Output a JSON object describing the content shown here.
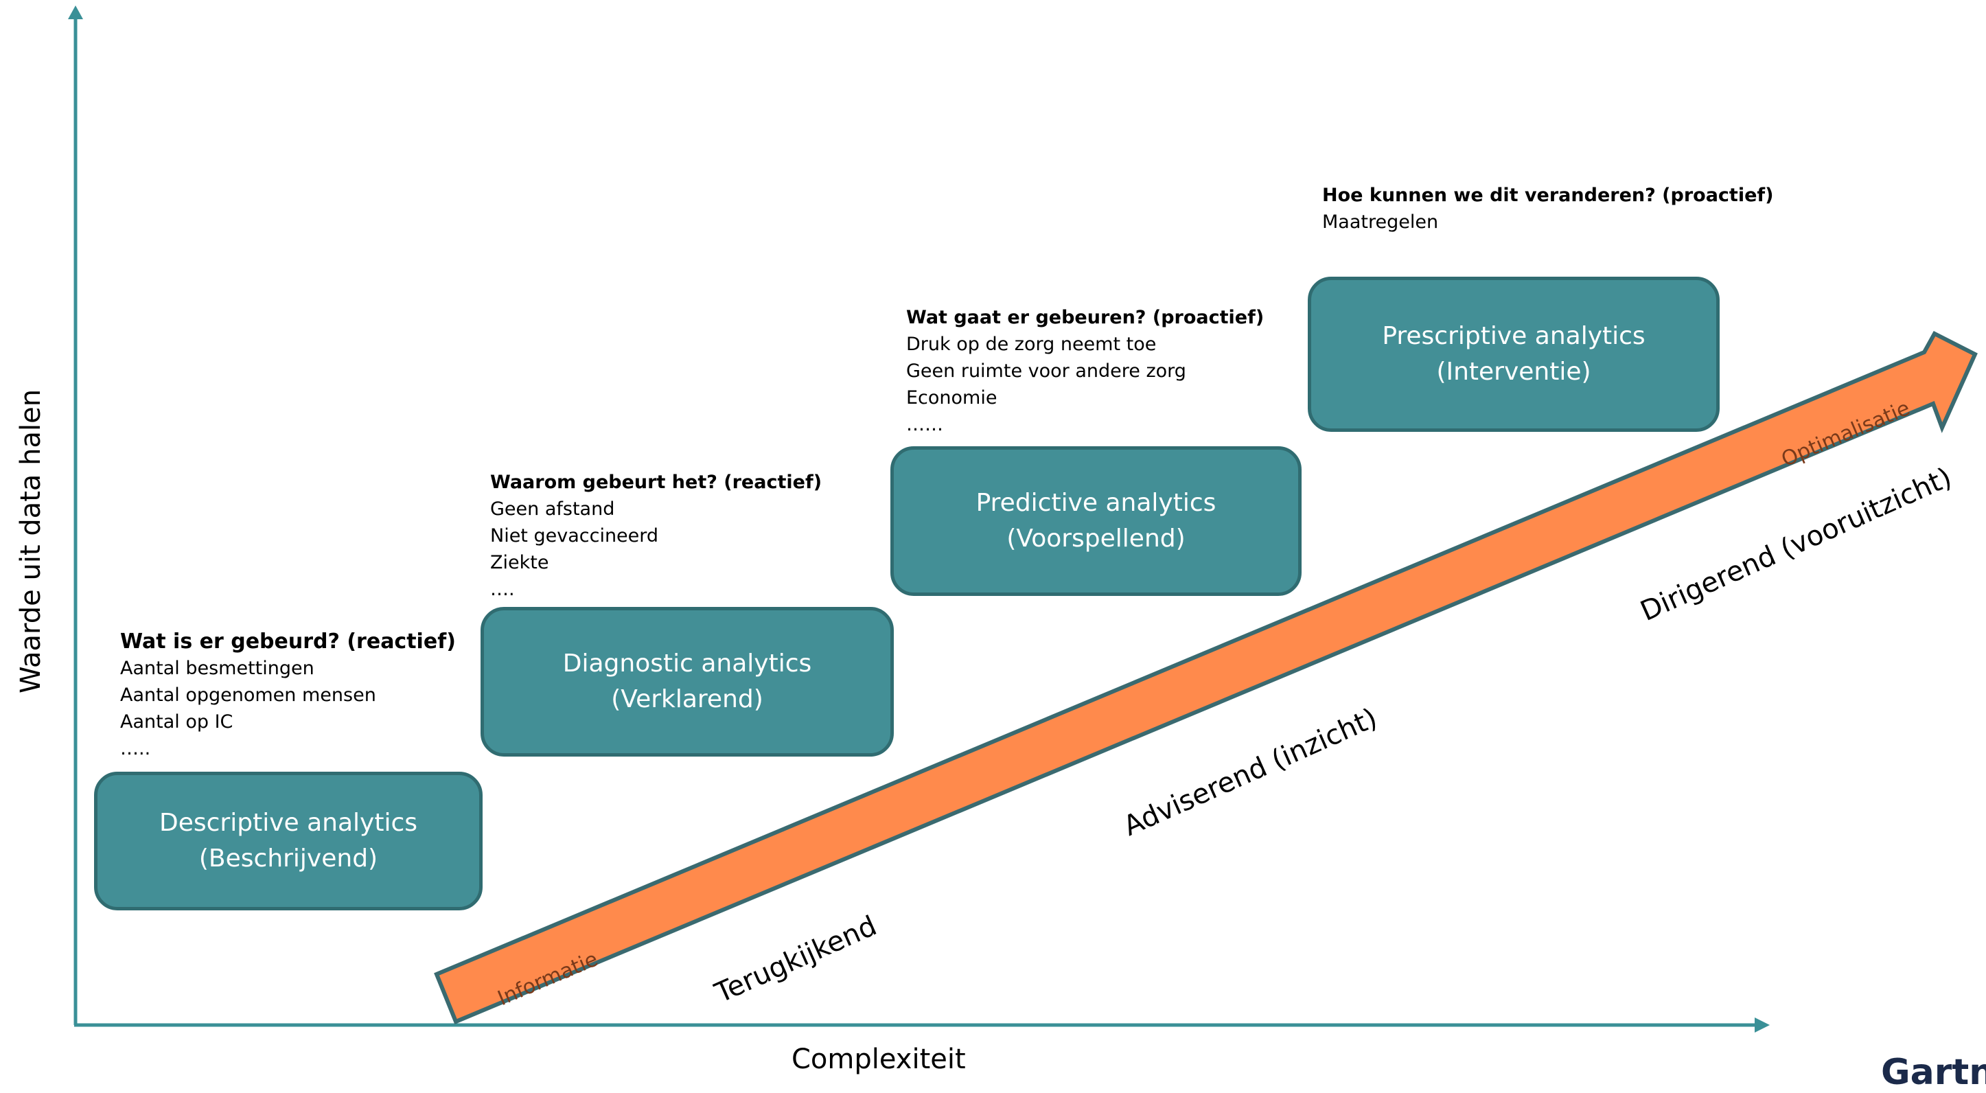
{
  "axes": {
    "y_label": "Waarde uit data halen",
    "x_label": "Complexiteit"
  },
  "colors": {
    "axis": "#3A9097",
    "box_fill": "#438F96",
    "box_border": "#306C71",
    "arrow_fill": "#FF8A4C",
    "arrow_border": "#3A6A70"
  },
  "boxes": [
    {
      "title": "Descriptive analytics",
      "subtitle": "(Beschrijvend)"
    },
    {
      "title": "Diagnostic analytics",
      "subtitle": "(Verklarend)"
    },
    {
      "title": "Predictive analytics",
      "subtitle": "(Voorspellend)"
    },
    {
      "title": "Prescriptive analytics",
      "subtitle": "(Interventie)"
    }
  ],
  "notes": [
    {
      "question": "Wat is er gebeurd? (reactief)",
      "lines": [
        "Aantal besmettingen",
        "Aantal opgenomen mensen",
        "Aantal op IC",
        "….."
      ]
    },
    {
      "question": "Waarom gebeurt het? (reactief)",
      "lines": [
        "Geen afstand",
        "Niet gevaccineerd",
        "Ziekte",
        "…."
      ]
    },
    {
      "question": "Wat gaat er gebeuren? (proactief)",
      "lines": [
        "Druk op de zorg neemt toe",
        "Geen ruimte voor andere zorg",
        "Economie",
        "……"
      ]
    },
    {
      "question": "Hoe kunnen we dit veranderen? (proactief)",
      "lines": [
        "Maatregelen"
      ]
    }
  ],
  "arrow": {
    "start_label": "Informatie",
    "end_label": "Optimalisatie"
  },
  "stages": [
    "Terugkijkend",
    "Adviserend (inzicht)",
    "Dirigerend (vooruitzicht)"
  ],
  "brand": "Gartner"
}
